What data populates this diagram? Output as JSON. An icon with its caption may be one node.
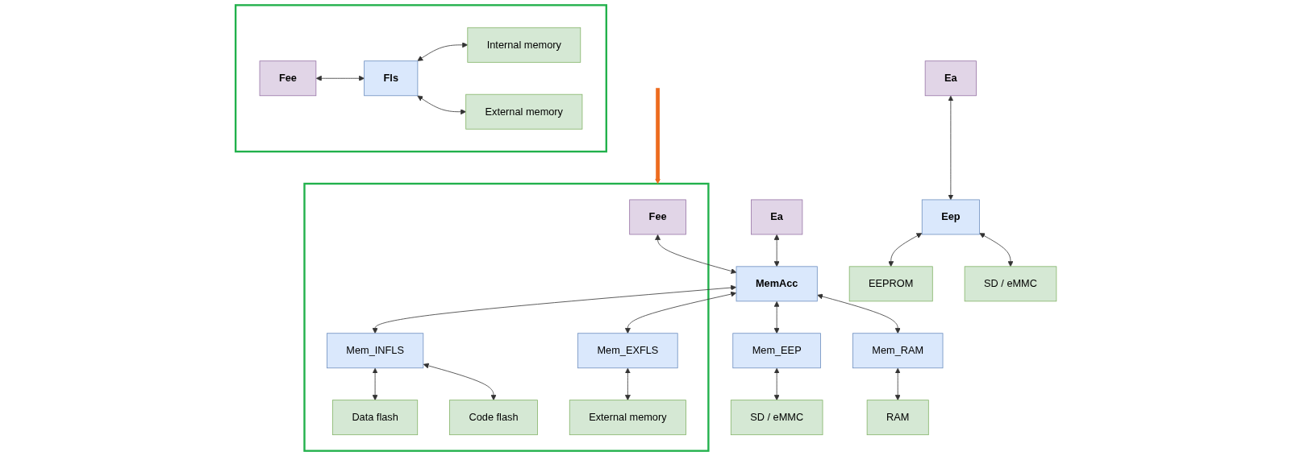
{
  "diagram": {
    "nodes": [
      {
        "text": [],
        "shape": "box"
      },
      {
        "text": [
          "Fee"
        ],
        "in": 0
      },
      {
        "text": [
          "Fls"
        ],
        "in": 0
      },
      {
        "text": [
          "Internal memory"
        ],
        "in": 0
      },
      {
        "text": [
          "External memory"
        ],
        "in": 0
      },
      {
        "text": [
          "Ea"
        ]
      },
      {
        "text": [
          "Eep"
        ]
      },
      {
        "text": [
          "EEPROM"
        ]
      },
      {
        "text": [
          "SD / eMMC"
        ]
      },
      {
        "text": [],
        "shape": "box"
      },
      {
        "text": [
          "Fee"
        ],
        "in": 9
      },
      {
        "text": [
          "Ea"
        ]
      },
      {
        "text": [
          "MemAcc"
        ]
      },
      {
        "text": [
          "Mem_INFLS"
        ],
        "in": 9
      },
      {
        "text": [
          "Mem_EXFLS"
        ],
        "in": 9
      },
      {
        "text": [
          "Mem_EEP"
        ]
      },
      {
        "text": [
          "Mem_RAM"
        ]
      },
      {
        "text": [
          "Data flash"
        ],
        "in": 9
      },
      {
        "text": [
          "Code flash"
        ],
        "in": 9
      },
      {
        "text": [
          "External memory"
        ],
        "in": 9
      },
      {
        "text": [
          "SD / eMMC"
        ]
      },
      {
        "text": [
          "RAM"
        ]
      }
    ],
    "edges": [
      {
        "from": 1,
        "to": 2,
        "arrow": "both"
      },
      {
        "from": 2,
        "to": 3,
        "arrow": "both"
      },
      {
        "from": 2,
        "to": 4,
        "arrow": "both"
      },
      {
        "from": 5,
        "to": 6,
        "arrow": "both"
      },
      {
        "from": 6,
        "to": 7,
        "arrow": "both"
      },
      {
        "from": 6,
        "to": 8,
        "arrow": "both"
      },
      {
        "from": null,
        "to": 9,
        "arrow": "to",
        "style": "thick",
        "color": "#ed6c1f"
      },
      {
        "from": 10,
        "to": 12,
        "arrow": "both"
      },
      {
        "from": 11,
        "to": 12,
        "arrow": "both"
      },
      {
        "from": 12,
        "to": 13,
        "arrow": "both"
      },
      {
        "from": 12,
        "to": 14,
        "arrow": "both"
      },
      {
        "from": 12,
        "to": 15,
        "arrow": "both"
      },
      {
        "from": 12,
        "to": 16,
        "arrow": "both"
      },
      {
        "from": 13,
        "to": 17,
        "arrow": "both"
      },
      {
        "from": 13,
        "to": 18,
        "arrow": "both"
      },
      {
        "from": 14,
        "to": 19,
        "arrow": "both"
      },
      {
        "from": 15,
        "to": 20,
        "arrow": "both"
      },
      {
        "from": 16,
        "to": 21,
        "arrow": "both"
      }
    ]
  }
}
